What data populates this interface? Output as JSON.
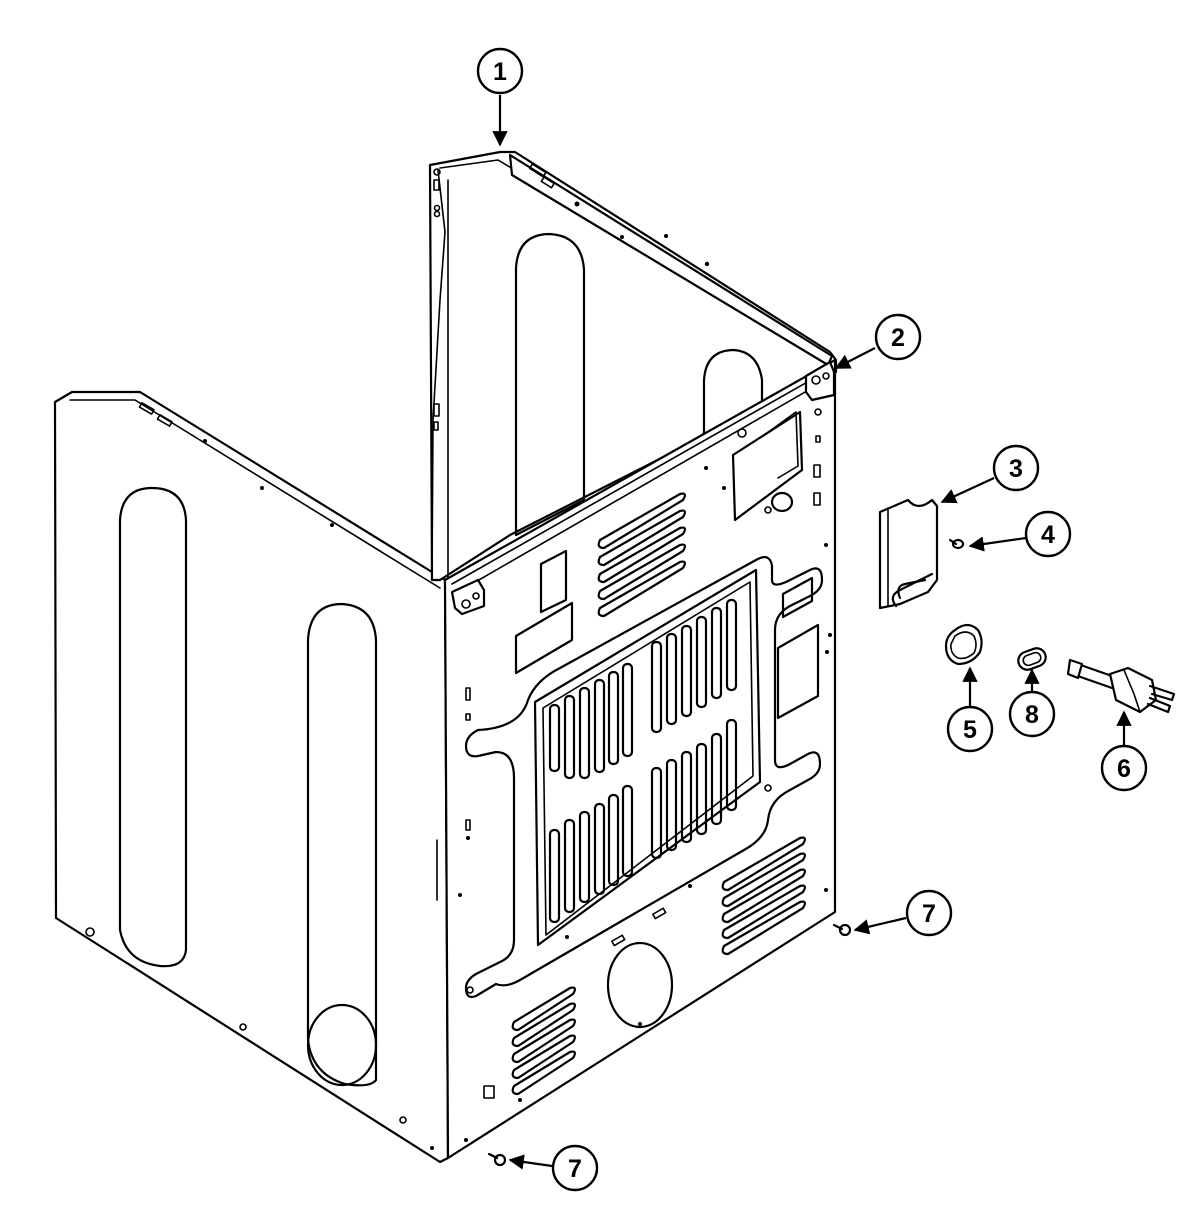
{
  "callouts": [
    {
      "id": "c1",
      "label": "1"
    },
    {
      "id": "c2",
      "label": "2"
    },
    {
      "id": "c3",
      "label": "3"
    },
    {
      "id": "c4",
      "label": "4"
    },
    {
      "id": "c5",
      "label": "5"
    },
    {
      "id": "c6",
      "label": "6"
    },
    {
      "id": "c7a",
      "label": "7"
    },
    {
      "id": "c7b",
      "label": "7"
    },
    {
      "id": "c8",
      "label": "8"
    }
  ]
}
